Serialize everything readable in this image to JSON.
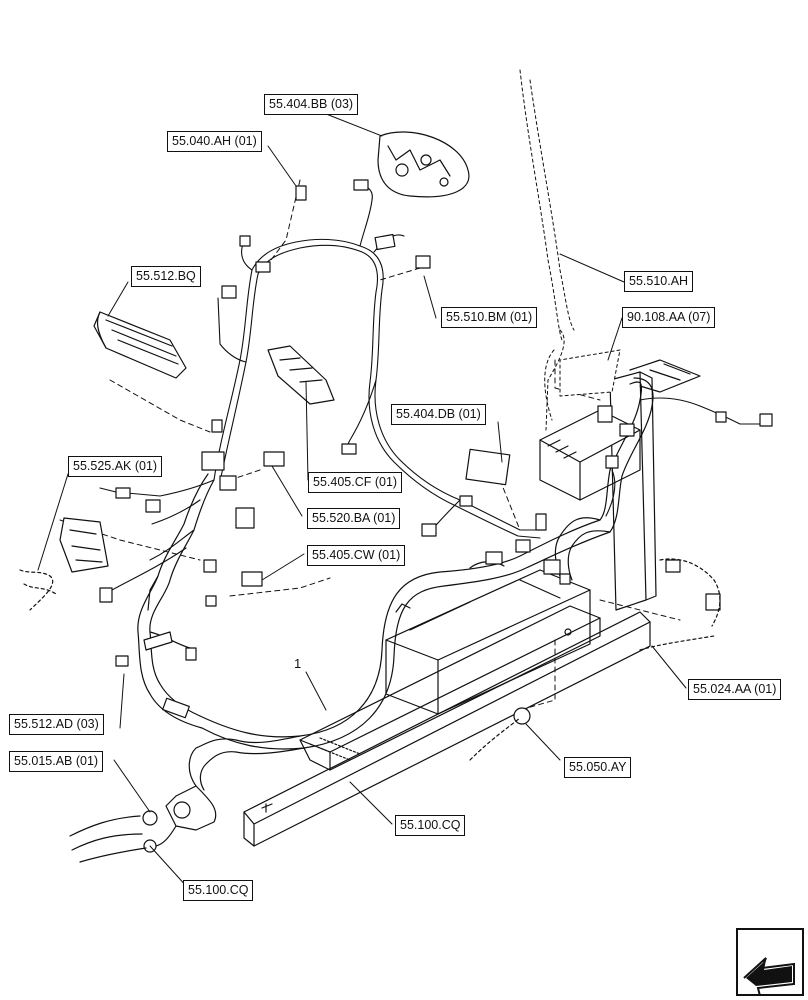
{
  "diagram": {
    "labels": {
      "l_55_404_BB_03": "55.404.BB (03)",
      "l_55_040_AH_01": "55.040.AH (01)",
      "l_55_512_BQ": "55.512.BQ",
      "l_55_510_AH": "55.510.AH",
      "l_55_510_BM_01": "55.510.BM (01)",
      "l_90_108_AA_07": "90.108.AA (07)",
      "l_55_404_DB_01": "55.404.DB (01)",
      "l_55_405_CF_01": "55.405.CF (01)",
      "l_55_525_AK_01": "55.525.AK (01)",
      "l_55_520_BA_01": "55.520.BA (01)",
      "l_55_405_CW_01": "55.405.CW (01)",
      "l_55_024_AA_01": "55.024.AA (01)",
      "l_55_512_AD_03": "55.512.AD (03)",
      "l_55_015_AB_01": "55.015.AB (01)",
      "l_55_050_AY": "55.050.AY",
      "l_55_100_CQ_a": "55.100.CQ",
      "l_55_100_CQ_b": "55.100.CQ"
    },
    "item_number": "1",
    "line_color": "#111111",
    "background": "#ffffff"
  }
}
